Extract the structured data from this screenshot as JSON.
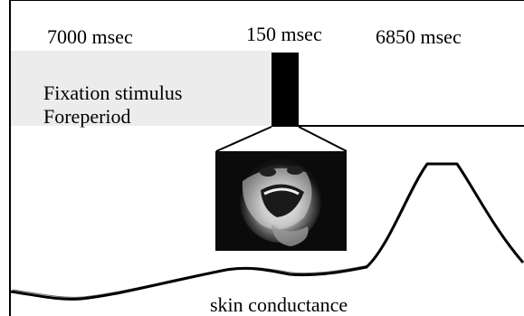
{
  "timeline": {
    "phase_1_duration": "7000 msec",
    "phase_2_duration": "150 msec",
    "phase_3_duration": "6850 msec"
  },
  "phase_1": {
    "line_1": "Fixation stimulus",
    "line_2": "Foreperiod"
  },
  "signal": {
    "label": "skin conductance"
  },
  "image": {
    "description_icon": "face-stimulus-image"
  },
  "colors": {
    "fixation_fill": "#ececec",
    "stimulus_bar": "#000000",
    "line": "#000000"
  }
}
